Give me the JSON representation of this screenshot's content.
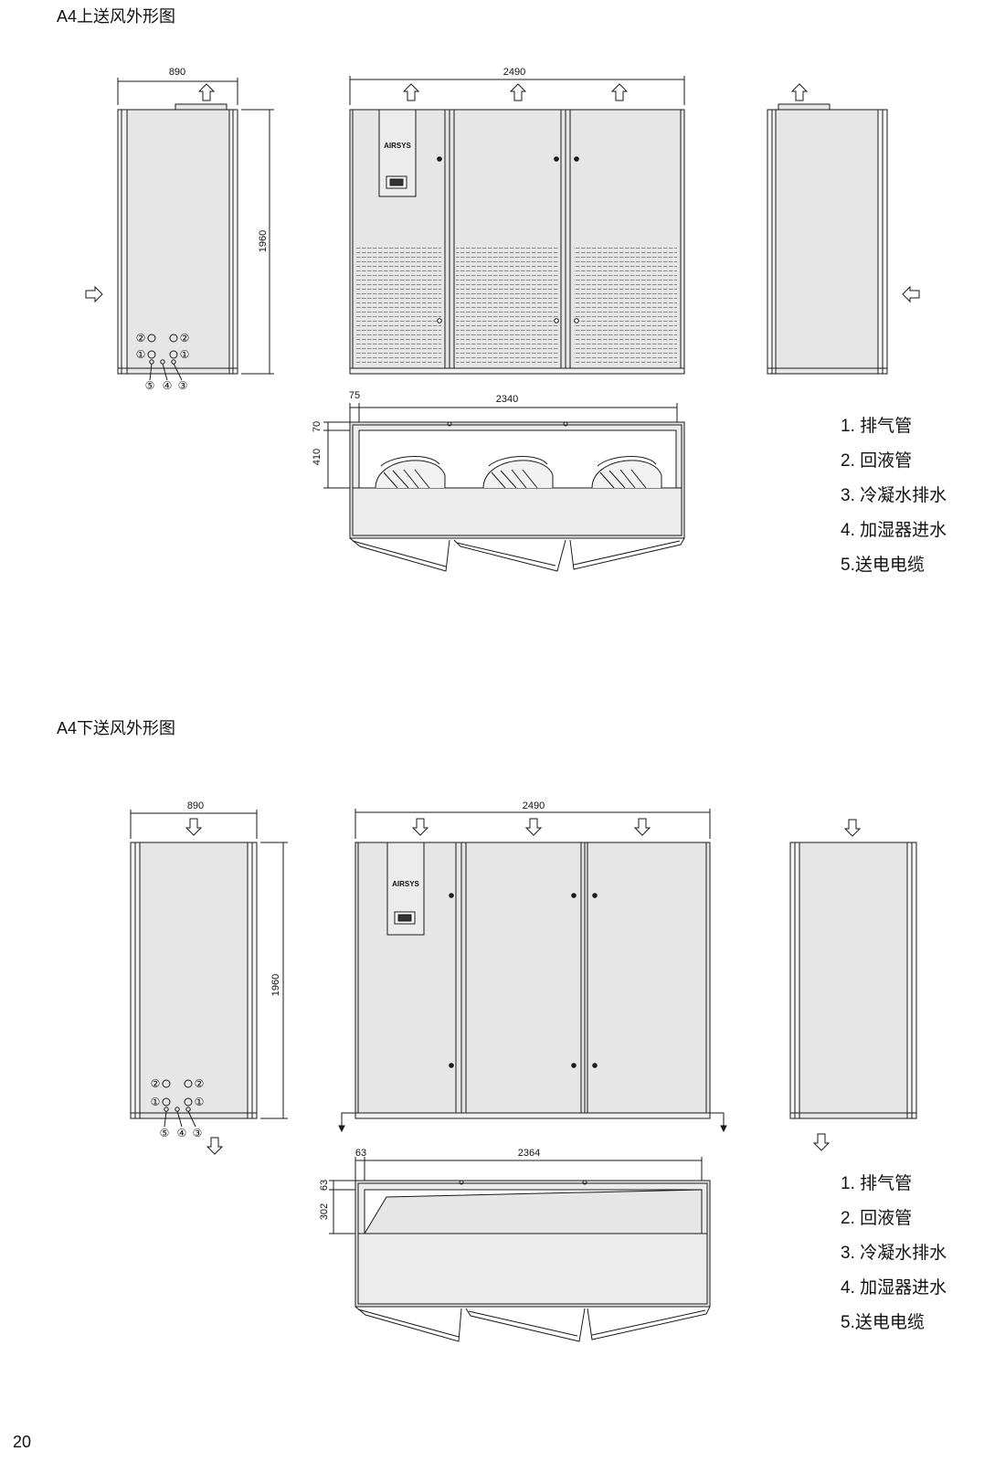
{
  "top": {
    "title": "A4上送风外形图",
    "dims": {
      "side_width": "890",
      "front_width": "2490",
      "height": "1960",
      "base_offset": "75",
      "base_width": "2340",
      "base_top": "70",
      "base_depth": "410"
    },
    "brand": "AIRSYS",
    "port_labels": {
      "p1": "①",
      "p2": "②",
      "p3": "③",
      "p4": "④",
      "p5": "⑤"
    }
  },
  "bottom": {
    "title": "A4下送风外形图",
    "dims": {
      "side_width": "890",
      "front_width": "2490",
      "height": "1960",
      "base_offset": "63",
      "base_width": "2364",
      "base_top": "63",
      "base_depth": "302"
    },
    "brand": "AIRSYS",
    "port_labels": {
      "p1": "①",
      "p2": "②",
      "p3": "③",
      "p4": "④",
      "p5": "⑤"
    }
  },
  "legend_top": [
    "1. 排气管",
    "2. 回液管",
    "3. 冷凝水排水",
    "4. 加湿器进水",
    "5.送电电缆"
  ],
  "legend_bottom": [
    "1. 排气管",
    "2. 回液管",
    "3. 冷凝水排水",
    "4. 加湿器进水",
    "5.送电电缆"
  ],
  "page_number": "20",
  "colors": {
    "panel": "#e6e6e6",
    "line": "#1a1a1a",
    "grille": "#bdbdbd"
  }
}
